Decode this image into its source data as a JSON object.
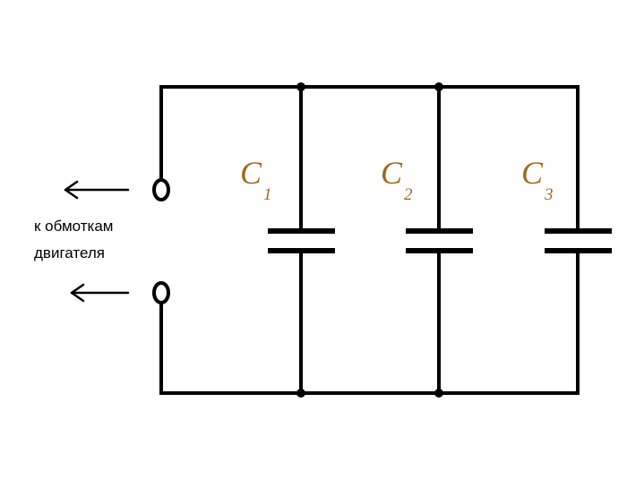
{
  "diagram": {
    "side_label": {
      "line1": "к обмоткам",
      "line2": "двигателя"
    },
    "capacitors": [
      {
        "letter": "C",
        "index": "1"
      },
      {
        "letter": "C",
        "index": "2"
      },
      {
        "letter": "C",
        "index": "3"
      }
    ],
    "label_color": "#9c6a1e",
    "wire_color": "#000000"
  }
}
